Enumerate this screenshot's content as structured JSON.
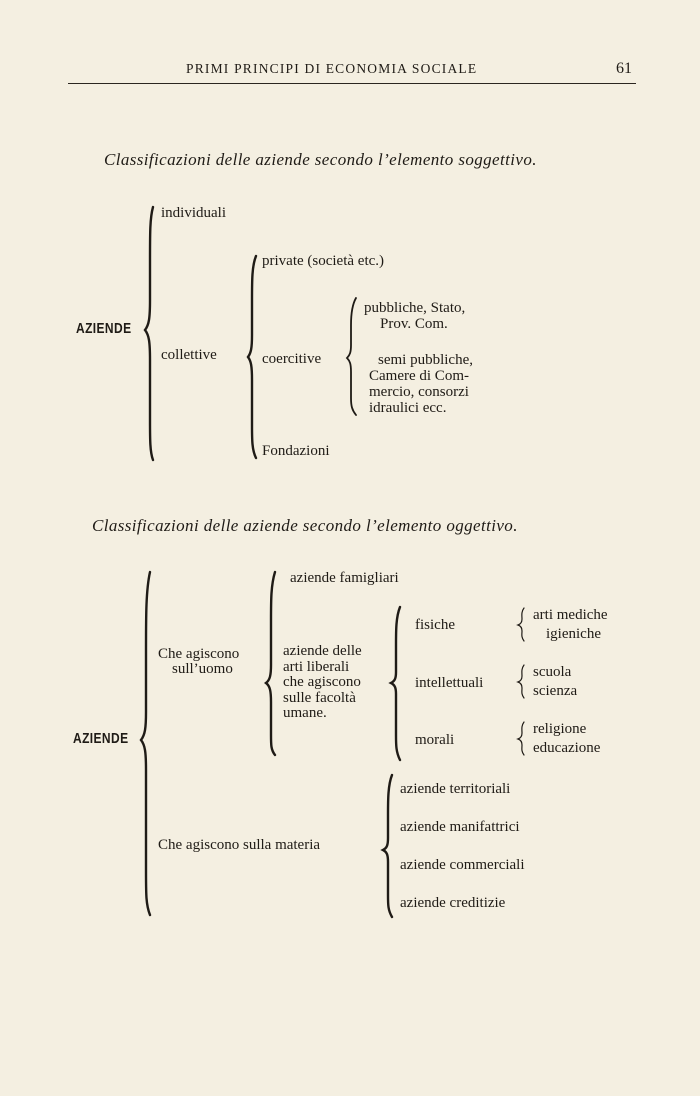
{
  "header": {
    "title": "PRIMI PRINCIPI DI ECONOMIA SOCIALE",
    "page_number": "61"
  },
  "section1": {
    "heading": "Classificazioni delle aziende secondo l’elemento soggettivo.",
    "root": "AZIENDE",
    "individuali": "individuali",
    "collettive": "collettive",
    "private": "private  (società etc.)",
    "coercitive": "coercitive",
    "fondazioni": "Fondazioni",
    "pubbliche_1": "pubbliche,  Stato,",
    "pubbliche_2": "Prov.  Com.",
    "semi_1": "semi pubbliche,",
    "semi_2": "Camere di Com-",
    "semi_3": "mercio,  consorzi",
    "semi_4": "idraulici  ecc."
  },
  "section2": {
    "heading": "Classificazioni delle aziende secondo l’elemento oggettivo.",
    "root": "AZIENDE",
    "uomo_1": "Che agiscono",
    "uomo_2": "sull’uomo",
    "materia": "Che agiscono  sulla materia",
    "famigliari": "aziende famigliari",
    "liberali_1": "aziende  delle",
    "liberali_2": "arti  liberali",
    "liberali_3": "che  agiscono",
    "liberali_4": "sulle  facoltà",
    "liberali_5": "umane.",
    "fisiche": "fisiche",
    "intellettuali": "intellettuali",
    "morali": "morali",
    "arti_mediche": "arti  mediche",
    "igieniche": "igieniche",
    "scuola": "scuola",
    "scienza": "scienza",
    "religione": "religione",
    "educazione": "educazione",
    "territoriali": "aziende  territoriali",
    "manifattrici": "aziende  manifattrici",
    "commerciali": "aziende  commerciali",
    "creditizie": "aziende  creditizie"
  }
}
